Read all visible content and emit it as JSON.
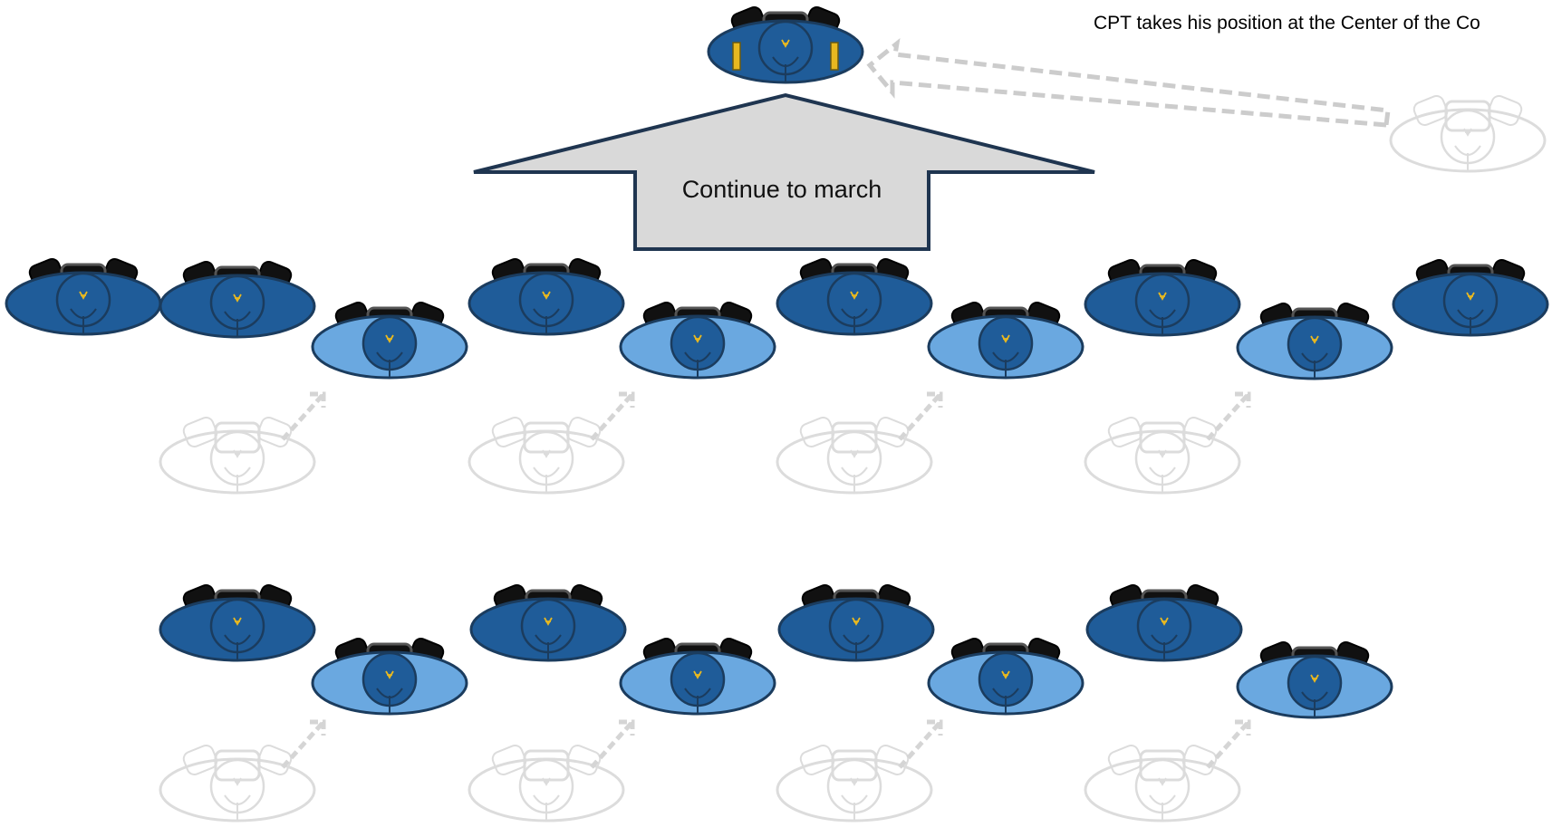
{
  "caption": "CPT takes his position at the Center of the Co",
  "arrow_label": "Continue to march",
  "colors": {
    "dark_body": "#1f5c99",
    "light_body": "#6aa8e0",
    "outline": "#1b3c5e",
    "shoulder": "#111111",
    "insignia": "#e8b820",
    "ghost": "#dcdcdc",
    "arrow_fill": "#d9d9d9",
    "arrow_stroke": "#1f3550"
  },
  "icons": {
    "soldier": "soldier-top-view-icon",
    "ghost": "soldier-previous-position-icon",
    "move": "movement-arrow-icon"
  },
  "formation": {
    "captain": {
      "role": "captain",
      "insignia": "captain-bars"
    },
    "first_row_rank": 1,
    "second_row_rank": 2
  }
}
